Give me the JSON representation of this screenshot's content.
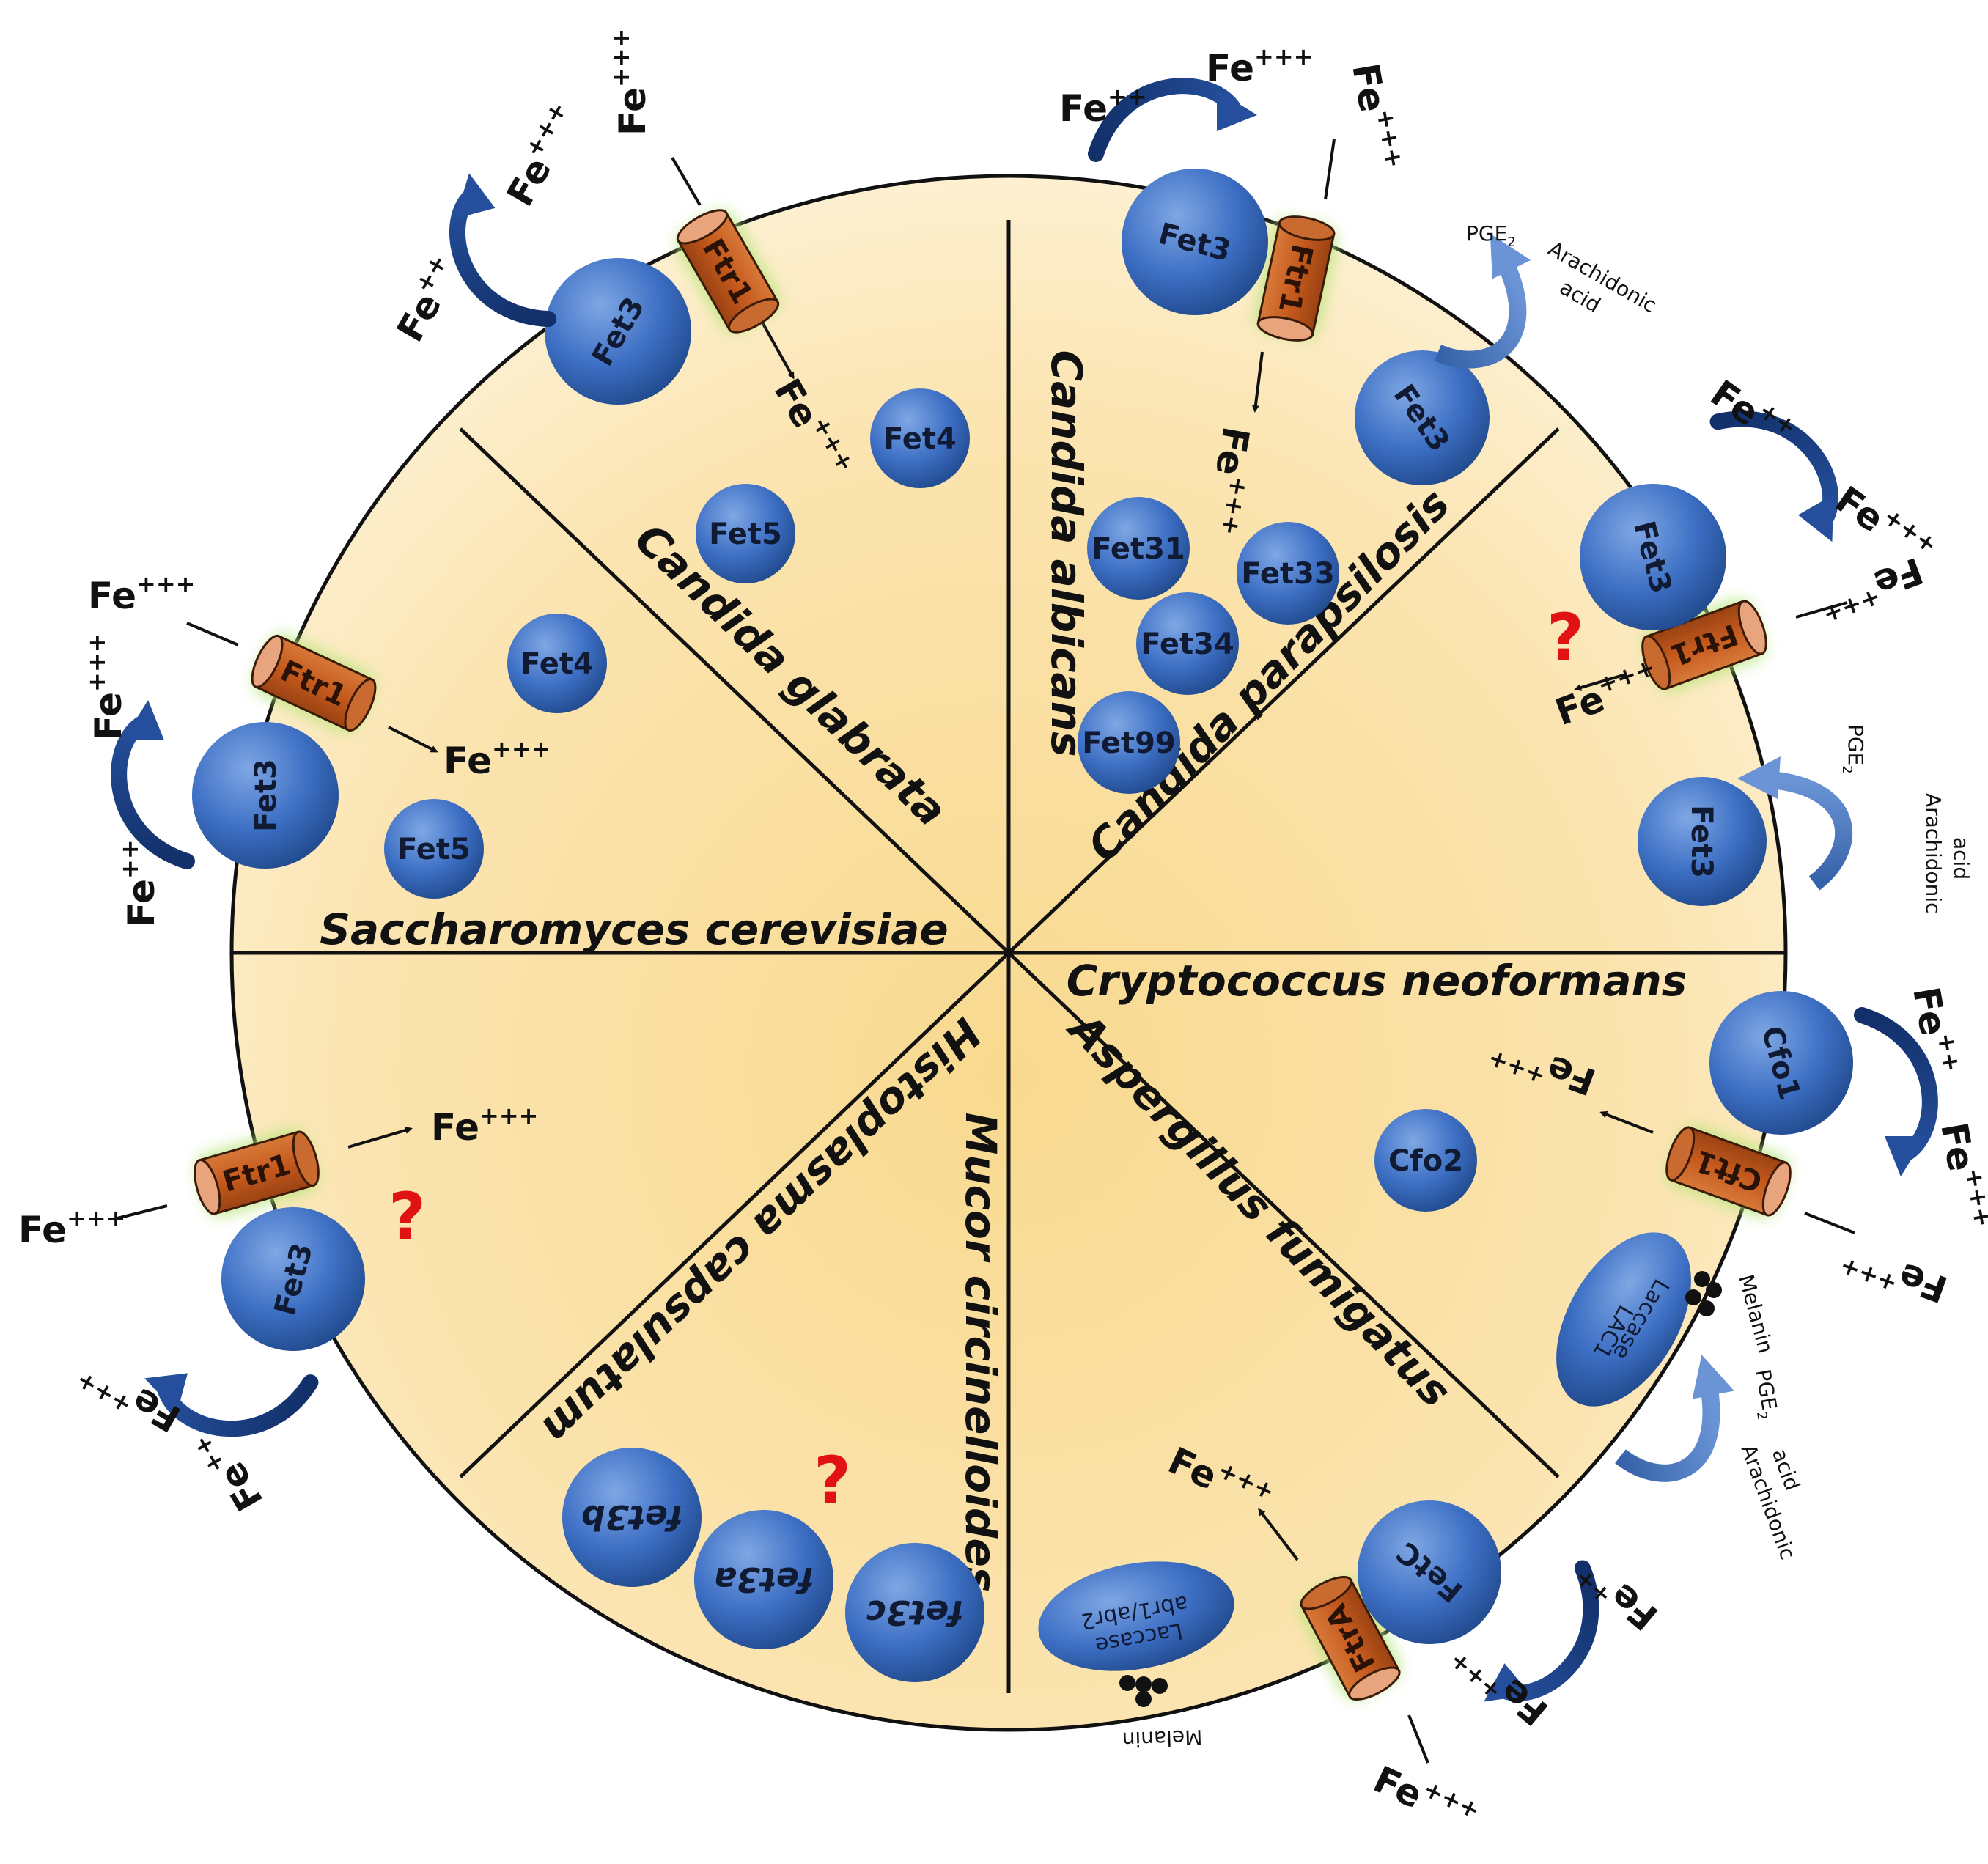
{
  "species": {
    "candida_albicans": "Candida albicans",
    "candida_glabrata": "Candida glabrata",
    "candida_parapsilosis": "Candida parapsilosis",
    "saccharomyces_cerevisiae": "Saccharomyces cerevisiae",
    "cryptococcus_neoformans": "Cryptococcus neoformans",
    "histoplasma_capsulatum": "Histoplasma capsulatum",
    "mucor_circinelloides": "Mucor circinelloides",
    "aspergillus_fumigatus": "Aspergillus fumigatus"
  },
  "proteins": {
    "ftr1": "Ftr1",
    "fet3": "Fet3",
    "fet4": "Fet4",
    "fet5": "Fet5",
    "fet31": "Fet31",
    "fet33": "Fet33",
    "fet34": "Fet34",
    "fet99": "Fet99",
    "cfo1": "Cfo1",
    "cfo2": "Cfo2",
    "cft1": "Cft1",
    "laccase": "Laccase",
    "lac1": "LAC1",
    "abr": "abr1/abr2",
    "ftra": "FtrA",
    "fetc": "FetC",
    "fet3a": "fet3a",
    "fet3b": "fet3b",
    "fet3c": "fet3c"
  },
  "ions": {
    "fe_base": "Fe",
    "sup2": "++",
    "sup3": "+++"
  },
  "labels": {
    "pge": "PGE",
    "pge_sub": "2",
    "arachidonic": "Arachidonic",
    "acid": "acid",
    "melanin": "Melanin",
    "question": "?"
  },
  "colors": {
    "cell_fill": "#fbe4b0",
    "transporter": "#c55a1d",
    "transporter_glow": "#b6e57a",
    "oxidase": "#3d6fc4",
    "arrow": "#12306a",
    "question_mark": "#e01212"
  }
}
